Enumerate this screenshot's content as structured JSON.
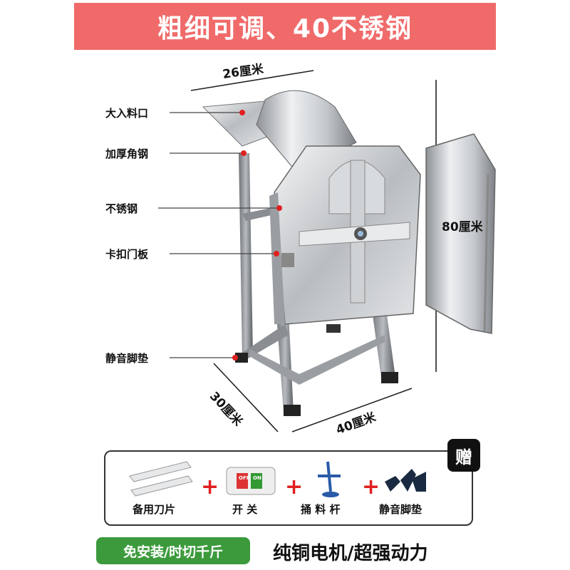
{
  "banner": {
    "title": "粗细可调、40不锈钢"
  },
  "dimensions": {
    "width": "26厘米",
    "height": "80厘米",
    "depth": "30厘米",
    "length": "40厘米"
  },
  "callouts": [
    {
      "label": "大入料口"
    },
    {
      "label": "加厚角钢"
    },
    {
      "label": "不锈钢"
    },
    {
      "label": "卡扣门板"
    },
    {
      "label": "静音脚垫"
    }
  ],
  "gifts": {
    "badge": "赠",
    "plus": "+",
    "items": [
      {
        "label": "备用刀片",
        "icon": "blade-icon"
      },
      {
        "label": "开 关",
        "icon": "switch-icon"
      },
      {
        "label": "捅 料 杆",
        "icon": "push-rod-icon"
      },
      {
        "label": "静音脚垫",
        "icon": "foot-pad-icon"
      }
    ],
    "switch": {
      "off": "OFF",
      "on": "ON"
    }
  },
  "footer": {
    "pill": "免安装/时切千斤",
    "tagline": "纯铜电机/超强动力"
  },
  "colors": {
    "banner": "#f06a6a",
    "pill": "#3c9a3c",
    "accent_dot": "#e02020",
    "plus": "#e02020"
  }
}
